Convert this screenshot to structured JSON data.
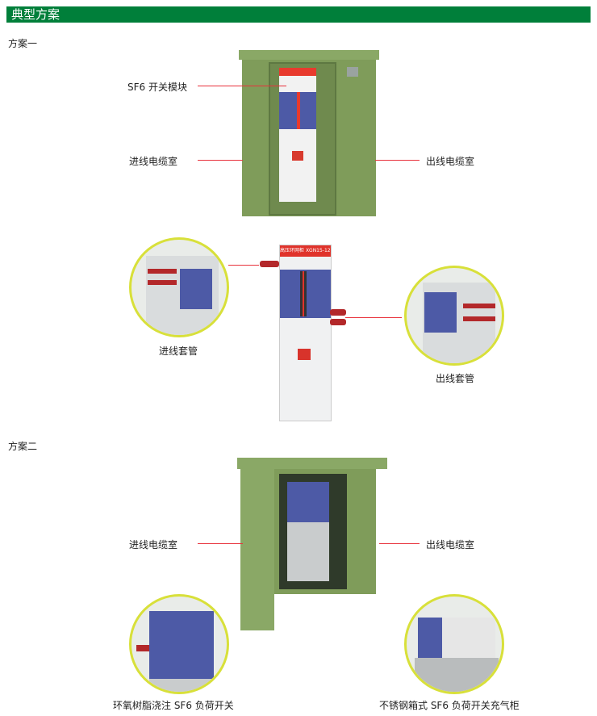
{
  "header": {
    "title": "典型方案"
  },
  "scheme1": {
    "title": "方案一",
    "labels": {
      "sf6_module": "SF6 开关模块",
      "incoming_cable_room": "进线电缆室",
      "outgoing_cable_room": "出线电缆室"
    },
    "panel_label": "高压环网柜",
    "panel_model": "XGN15-12",
    "incoming_bushing": "进线套管",
    "outgoing_bushing": "出线套管"
  },
  "scheme2": {
    "title": "方案二",
    "labels": {
      "incoming_cable_room": "进线电缆室",
      "outgoing_cable_room": "出线电缆室"
    },
    "left_caption": "环氧树脂浇注 SF6 负荷开关",
    "right_caption": "不锈钢箱式 SF6 负荷开关充气柜"
  },
  "colors": {
    "header": "#007f3a",
    "cabinet": "#7f9c5a",
    "accent_line": "#e8323c",
    "circle_border": "#d8e03a"
  }
}
